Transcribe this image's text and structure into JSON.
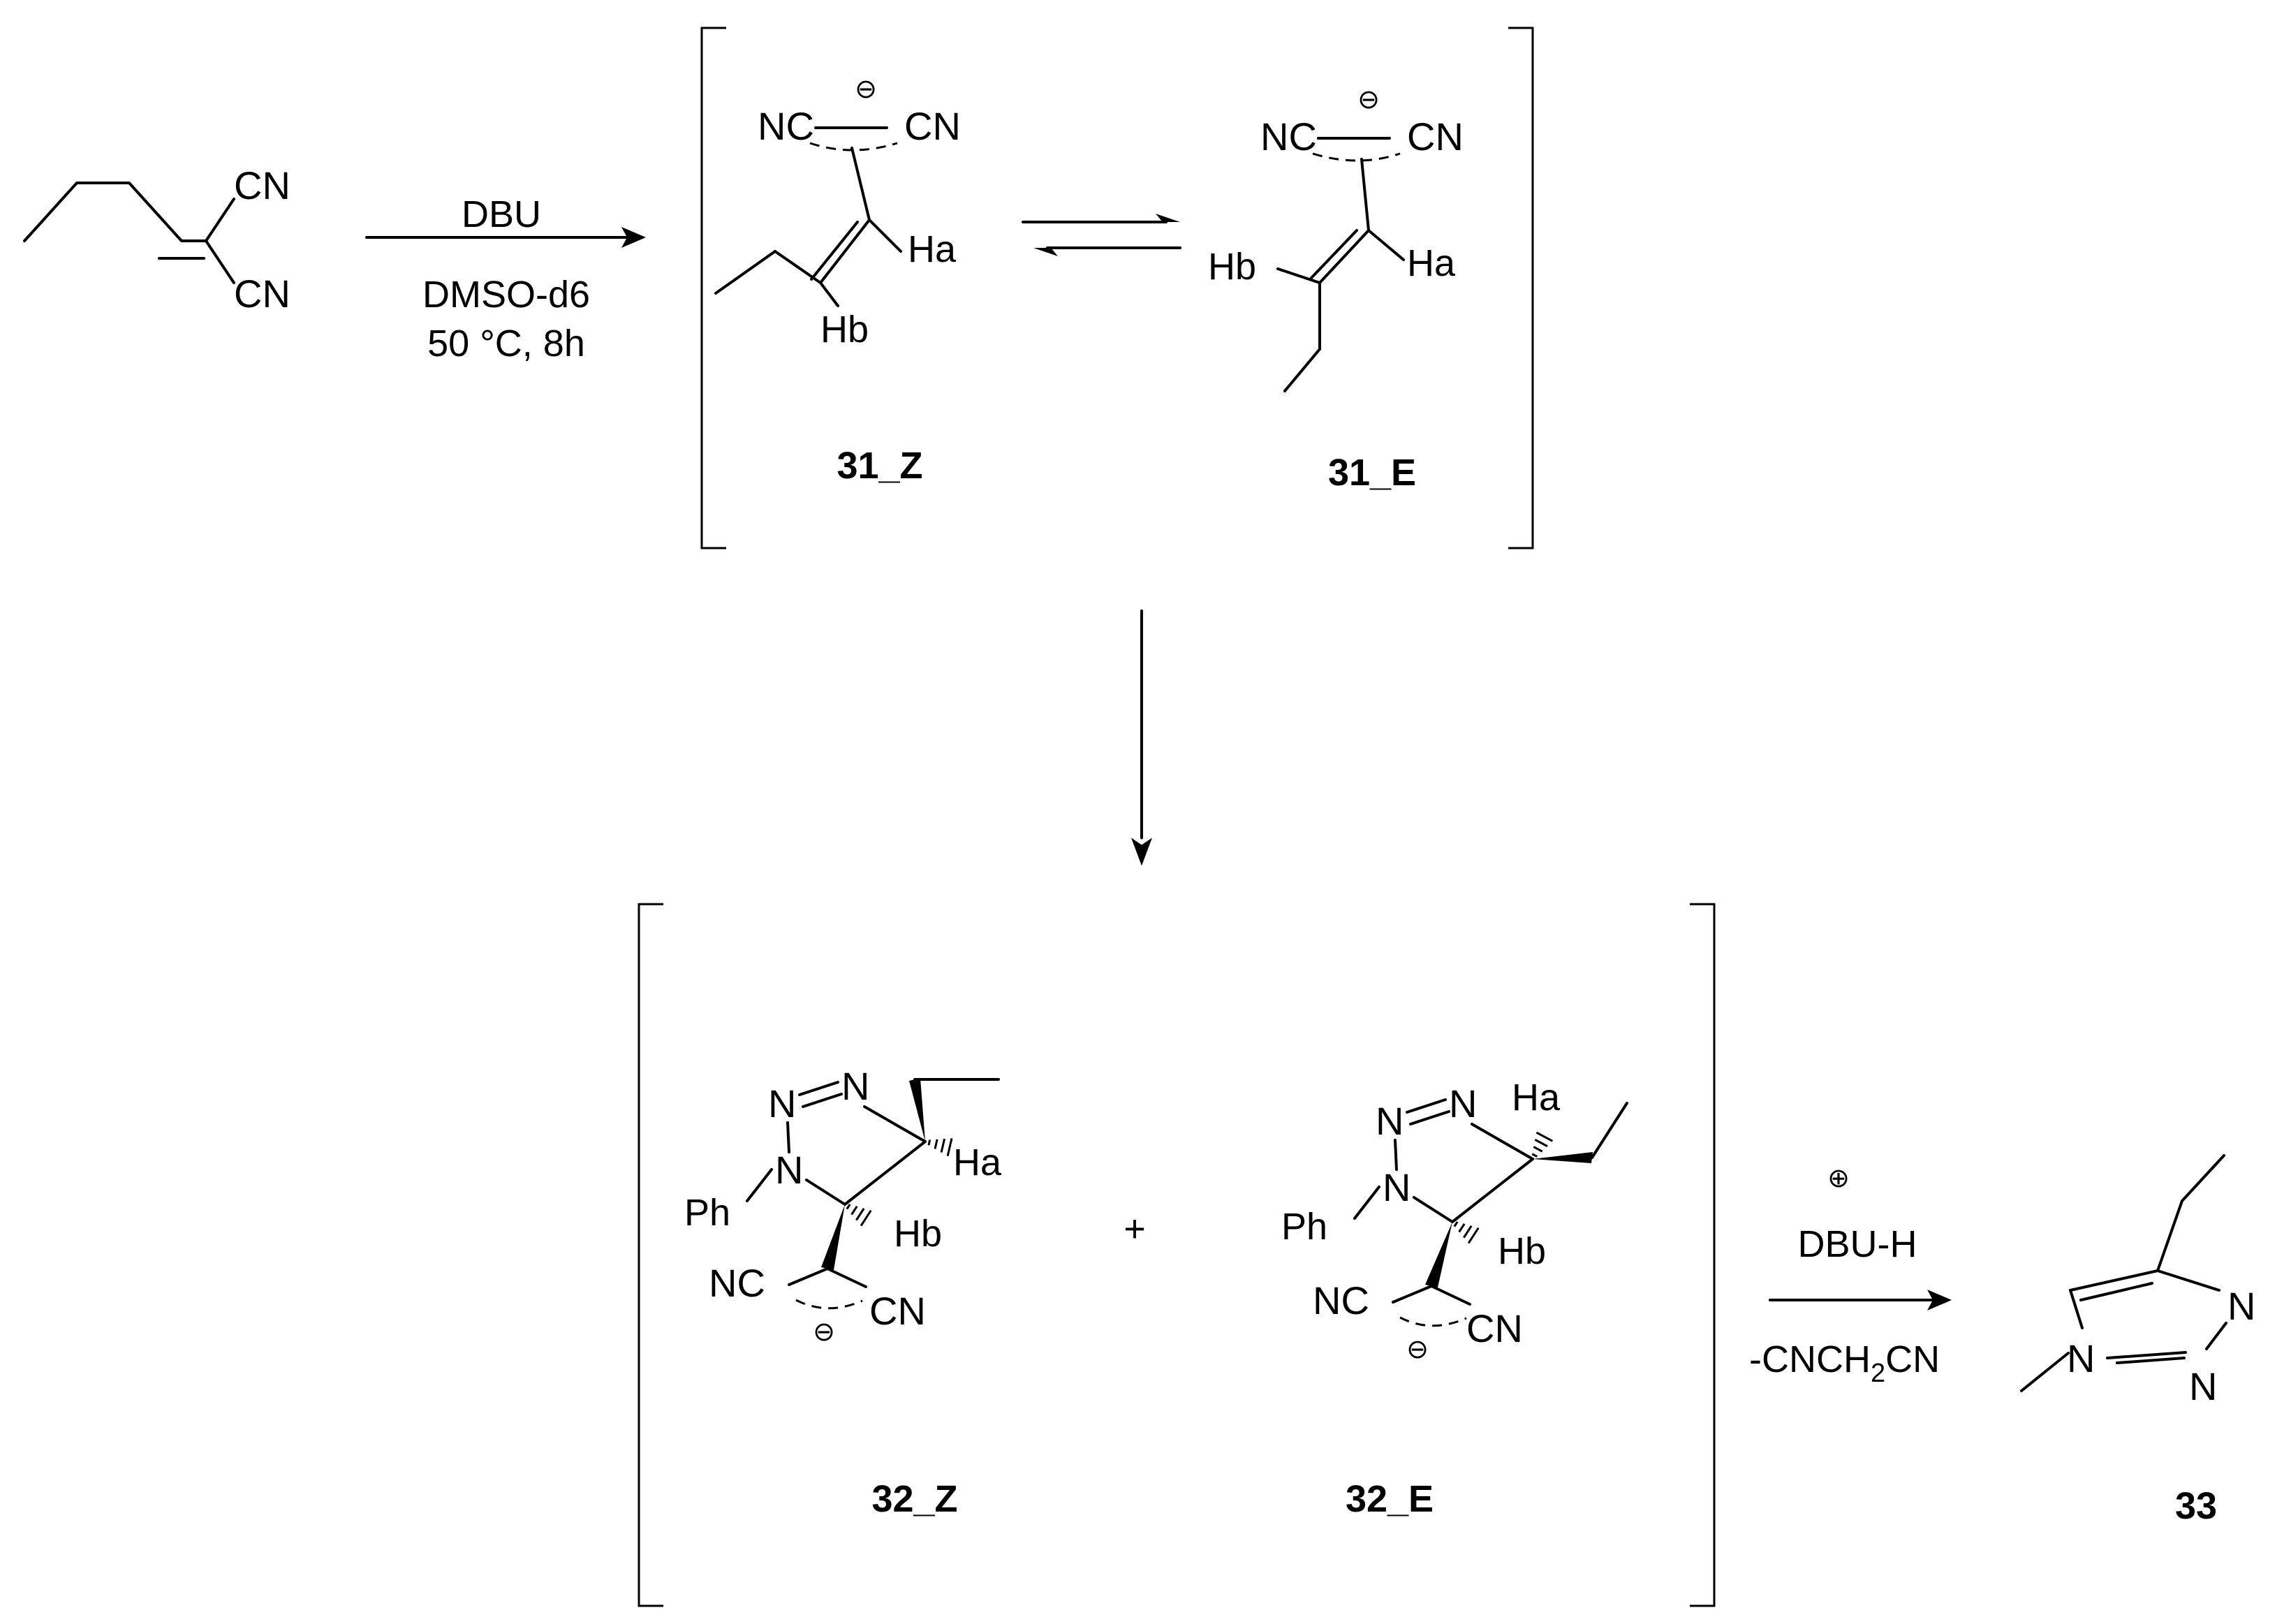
{
  "reaction1": {
    "reagent": "DBU",
    "solvent": "DMSO-d6",
    "conditions": "50 °C, 8h"
  },
  "atoms": {
    "cn": "CN",
    "nc": "NC",
    "n": "N",
    "ha": "Ha",
    "hb": "Hb",
    "ph": "Ph"
  },
  "compounds": {
    "c31z": "31_Z",
    "c31e": "31_E",
    "c32z": "32_Z",
    "c32e": "32_E",
    "c33": "33"
  },
  "charges": {
    "minus": "⊖",
    "plus": "⊕"
  },
  "plus_sign": "+",
  "reaction2": {
    "reagent": "DBU-H",
    "byproduct_pre": "-CNCH",
    "byproduct_sub": "2",
    "byproduct_post": "CN"
  }
}
